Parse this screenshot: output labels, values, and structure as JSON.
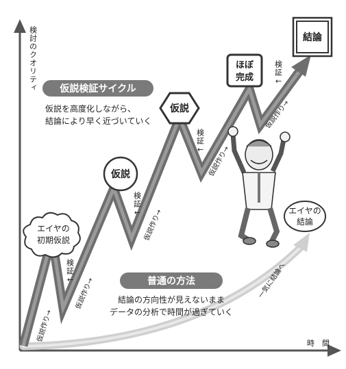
{
  "axes": {
    "y_label": "検討のクオリティ",
    "x_label": "時　間"
  },
  "hypothesis_cycle": {
    "title": "仮説検証サイクル",
    "description_line1": "仮説を高度化しながら、",
    "description_line2": "結論により早く近づいていく"
  },
  "normal_method": {
    "title": "普通の方法",
    "description_line1": "結論の方向性が見えないまま",
    "description_line2": "データの分析で時間が過ぎていく"
  },
  "nodes": {
    "rough_hypothesis": [
      "エイヤの",
      "初期仮説"
    ],
    "hypothesis_1": "仮説",
    "hypothesis_2": "仮説",
    "almost_done": [
      "ほぼ",
      "完成"
    ],
    "conclusion": "結論",
    "rough_conclusion": [
      "エイヤの",
      "結論"
    ]
  },
  "step_labels": {
    "verify": "検証",
    "arrow_down": "↓",
    "make_hypothesis": "仮説作り→",
    "hasty_conclusion": "一気に結論へ"
  },
  "colors": {
    "arrow_dark": "#6e6e6e",
    "arrow_light": "#c9c9c9",
    "banner": "#7a7a7a",
    "banner_text": "#ffffff",
    "node_border": "#333333"
  }
}
